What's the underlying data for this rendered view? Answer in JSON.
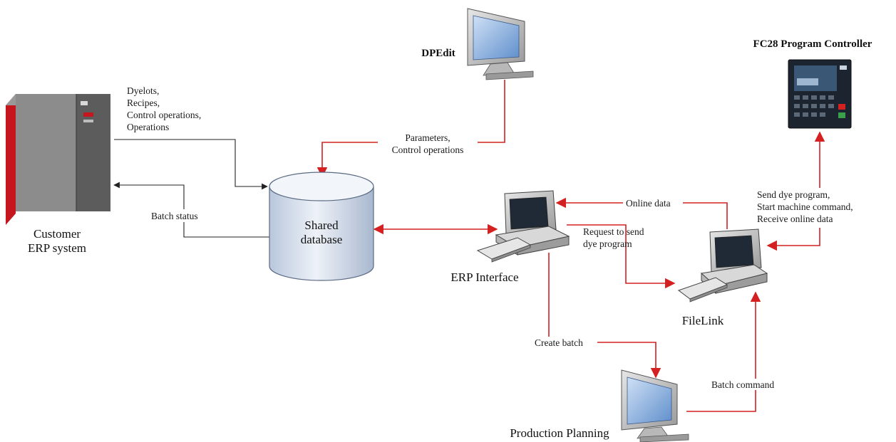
{
  "nodes": {
    "erp_system": {
      "line1": "Customer",
      "line2": "ERP system"
    },
    "dpedit": "DPEdit",
    "database": {
      "line1": "Shared",
      "line2": "database"
    },
    "erp_interface": "ERP Interface",
    "filelink": "FileLink",
    "production_planning": "Production Planning",
    "fc28": "FC28 Program Controller"
  },
  "flows": {
    "erp_to_db": [
      "Dyelots,",
      "Recipes,",
      "Control operations,",
      "Operations"
    ],
    "batch_status": "Batch status",
    "dpedit_to_db": [
      "Parameters,",
      "Control operations"
    ],
    "online_data": "Online data",
    "request_send": [
      "Request to send",
      "dye program"
    ],
    "fc28_link": [
      "Send dye program,",
      "Start machine command,",
      "Receive online data"
    ],
    "create_batch": "Create batch",
    "batch_command": "Batch command"
  },
  "colors": {
    "red_connector": "#d42020",
    "black_connector": "#222222",
    "server_red": "#c4161c",
    "screen_blue": "#6f9fd8"
  }
}
